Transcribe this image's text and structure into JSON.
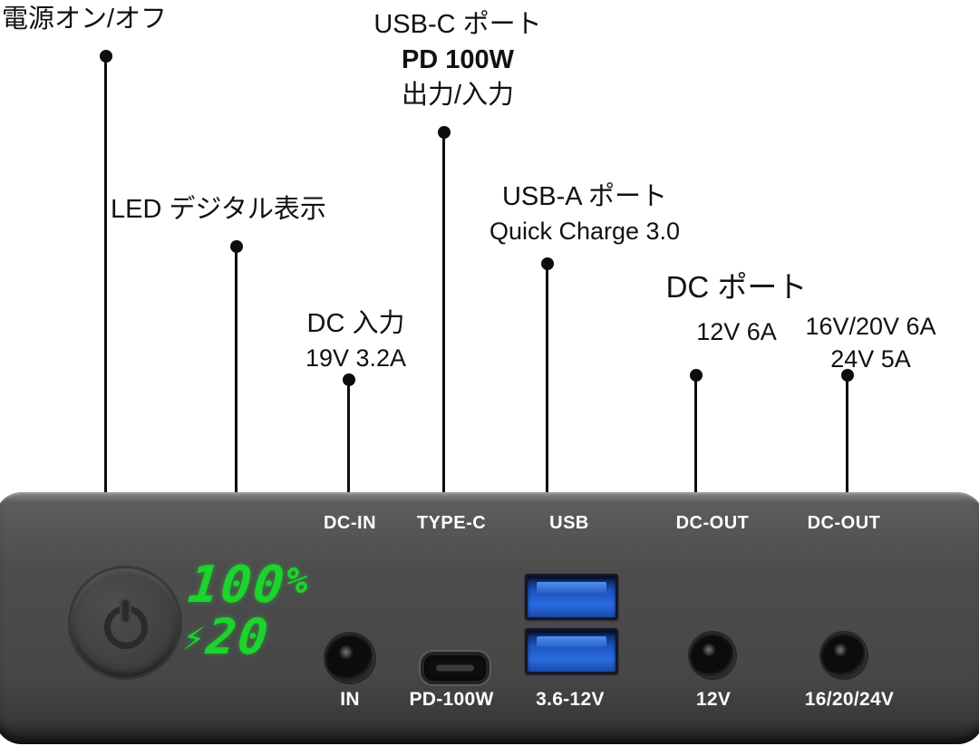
{
  "callouts": {
    "power": {
      "label": "電源オン/オフ"
    },
    "led": {
      "label": "LED デジタル表示"
    },
    "dc_in": {
      "line1": "DC 入力",
      "line2": "19V 3.2A"
    },
    "usbc": {
      "line1": "USB-C ポート",
      "line2": "PD 100W",
      "line3": "出力/入力"
    },
    "usba": {
      "line1": "USB-A ポート",
      "line2": "Quick Charge 3.0"
    },
    "dc_out1": {
      "line1": "DC ポート",
      "line2": "12V 6A"
    },
    "dc_out2": {
      "line1": "16V/20V 6A",
      "line2": "24V  5A"
    }
  },
  "device": {
    "top_labels": {
      "dc_in": "DC-IN",
      "type_c": "TYPE-C",
      "usb": "USB",
      "dc_out1": "DC-OUT",
      "dc_out2": "DC-OUT"
    },
    "bottom_labels": {
      "dc_in": "IN",
      "type_c": "PD-100W",
      "usb": "3.6-12V",
      "dc_out1": "12V",
      "dc_out2": "16/20/24V"
    },
    "display": {
      "percent": "100",
      "percent_sign": "%",
      "bolt": "⚡",
      "charge": "20"
    }
  },
  "colors": {
    "led_green": "#1bd42c",
    "usb_blue": "#2a6be0",
    "device_gray": "#4d4d4d",
    "line_black": "#0d0d0d"
  }
}
